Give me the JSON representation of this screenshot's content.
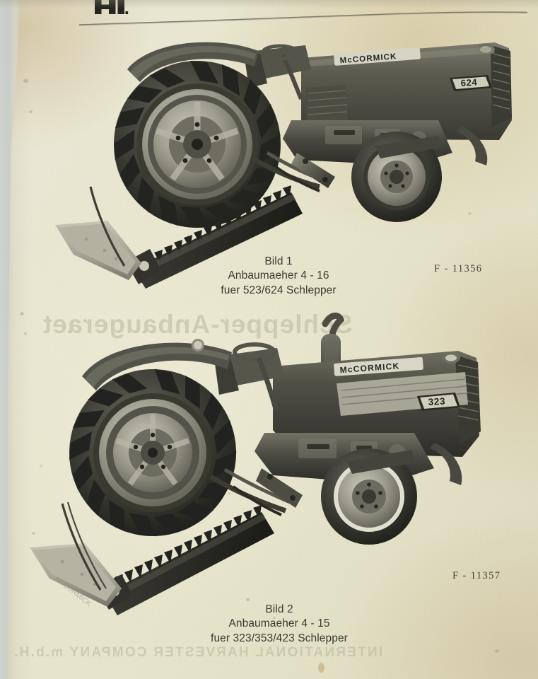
{
  "document": {
    "type": "scanned-parts-catalog-page",
    "brand_logo": "ih-logo",
    "paper_color": "#e8e6ce",
    "ink_color": "#3b3a31"
  },
  "figures": [
    {
      "id": "bild-1",
      "caption_title": "Bild 1",
      "caption_line2": "Anbaumaeher 4 - 16",
      "caption_line3": "fuer 523/624 Schlepper",
      "photo_number": "F - 11356",
      "tractor": {
        "nameplate": "McCORMICK",
        "model_badge": "624",
        "implement": "sickle-bar-mower"
      }
    },
    {
      "id": "bild-2",
      "caption_title": "Bild 2",
      "caption_line2": "Anbaumaeher 4 - 15",
      "caption_line3": "fuer 323/353/423 Schlepper",
      "photo_number": "F - 11357",
      "tractor": {
        "nameplate": "McCORMICK",
        "model_badge": "323",
        "implement": "sickle-bar-mower"
      }
    }
  ],
  "show_through": {
    "middle_text": "Schlepper-Anbaugeraet",
    "bottom_text": "INTERNATIONAL HARVESTER COMPANY m.b.H."
  }
}
